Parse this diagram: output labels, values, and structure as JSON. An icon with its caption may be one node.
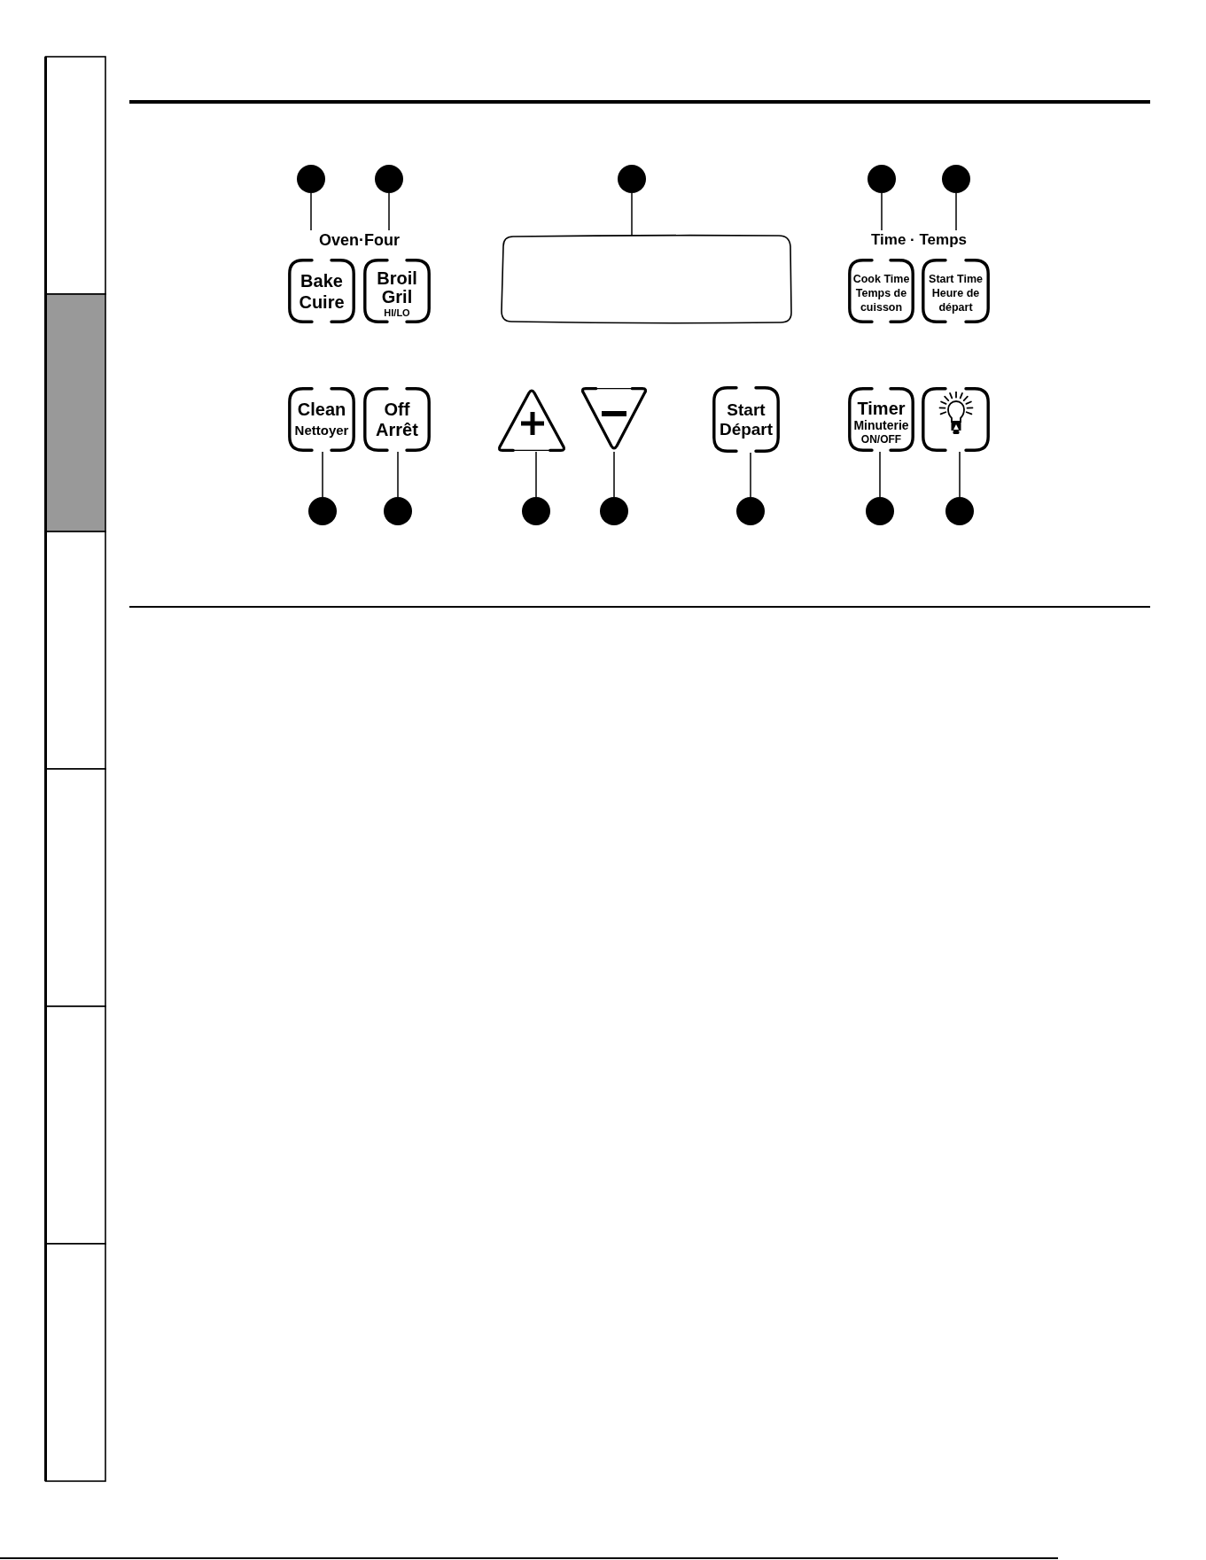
{
  "diagram": {
    "nodes": [
      {
        "text": [],
        "shape": "circle"
      },
      {
        "text": [],
        "shape": "circle"
      },
      {
        "text": [],
        "shape": "circle"
      },
      {
        "text": [],
        "shape": "circle"
      },
      {
        "text": [],
        "shape": "circle"
      },
      {
        "text": [
          "Oven·Four"
        ]
      },
      {
        "text": [
          "Time · Temps"
        ]
      },
      {
        "text": [
          "Bake",
          "Cuire"
        ]
      },
      {
        "text": [
          "Broil",
          "Gril",
          "HI/LO"
        ]
      },
      {
        "text": [],
        "shape": "box"
      },
      {
        "text": [
          "Cook Time",
          "Temps de cuisson"
        ]
      },
      {
        "text": [
          "Start Time",
          "Heure de départ"
        ]
      },
      {
        "text": [
          "Clean",
          "Nettoyer"
        ]
      },
      {
        "text": [
          "Off",
          "Arrêt"
        ]
      },
      {
        "text": [],
        "shape": "triangle"
      },
      {
        "text": [],
        "shape": "triangle"
      },
      {
        "text": [
          "Start",
          "Départ"
        ]
      },
      {
        "text": [
          "Timer",
          "Minuterie",
          "ON/OFF"
        ]
      },
      {
        "text": [],
        "shape": "box"
      },
      {
        "text": [],
        "shape": "circle"
      },
      {
        "text": [],
        "shape": "circle"
      },
      {
        "text": [],
        "shape": "circle"
      },
      {
        "text": [],
        "shape": "circle"
      },
      {
        "text": [],
        "shape": "circle"
      },
      {
        "text": [],
        "shape": "circle"
      },
      {
        "text": [],
        "shape": "circle"
      }
    ],
    "edges": [
      {
        "from": 0,
        "to": 5,
        "arrow": "none"
      },
      {
        "from": 1,
        "to": 5,
        "arrow": "none"
      },
      {
        "from": 2,
        "to": 9,
        "arrow": "none"
      },
      {
        "from": 3,
        "to": 6,
        "arrow": "none"
      },
      {
        "from": 4,
        "to": 6,
        "arrow": "none"
      },
      {
        "from": 19,
        "to": 12,
        "arrow": "none"
      },
      {
        "from": 20,
        "to": 13,
        "arrow": "none"
      },
      {
        "from": 21,
        "to": 14,
        "arrow": "none"
      },
      {
        "from": 22,
        "to": 15,
        "arrow": "none"
      },
      {
        "from": 23,
        "to": 16,
        "arrow": "none"
      },
      {
        "from": 24,
        "to": 17,
        "arrow": "none"
      },
      {
        "from": 25,
        "to": 18,
        "arrow": "none"
      }
    ]
  }
}
